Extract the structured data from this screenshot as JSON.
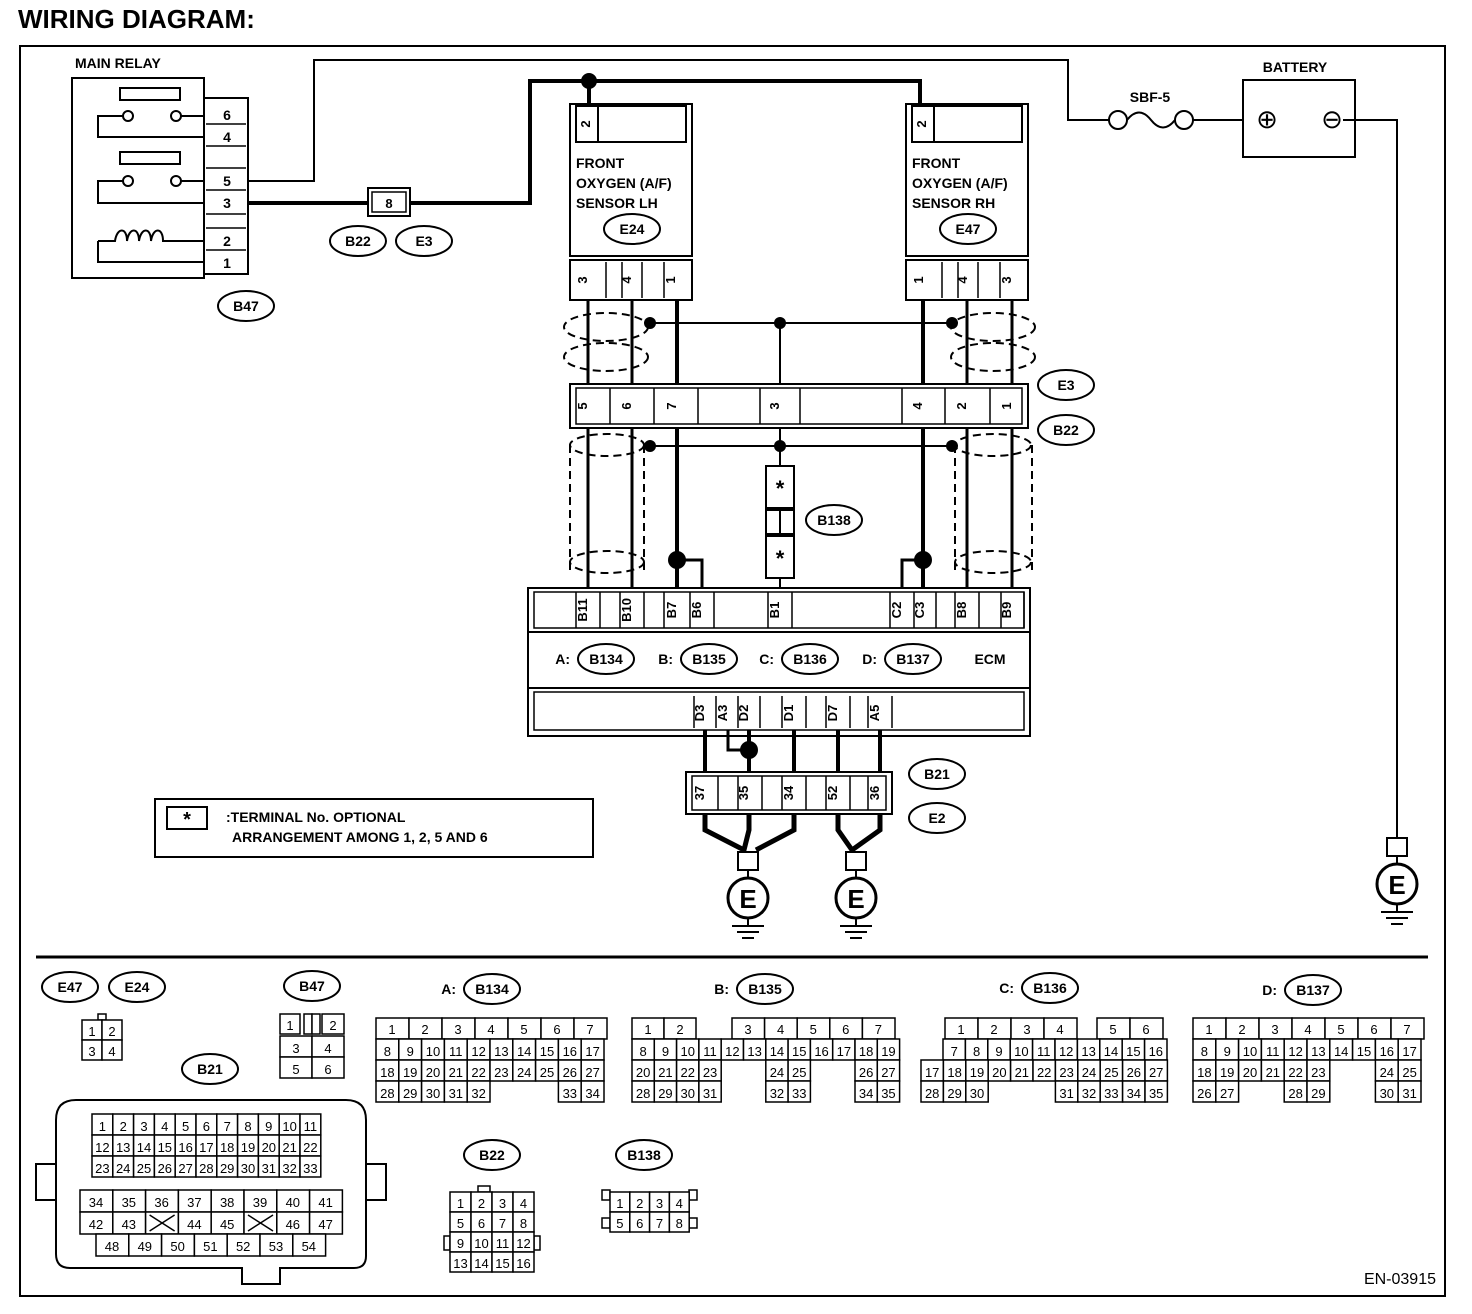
{
  "title": "WIRING DIAGRAM:",
  "doc_code": "EN-03915",
  "main_relay": {
    "label": "MAIN RELAY",
    "connector": "B47",
    "pins": [
      "6",
      "4",
      "",
      "5",
      "3",
      "2",
      "1"
    ]
  },
  "battery": {
    "label": "BATTERY",
    "plus": "⊕",
    "minus": "⊖"
  },
  "fuse": {
    "label": "SBF-5"
  },
  "inline_b22_e3": {
    "pin": "8",
    "connectors": [
      "B22",
      "E3"
    ]
  },
  "sensor_lh": {
    "lines": [
      "FRONT",
      "OXYGEN (A/F)",
      "SENSOR LH"
    ],
    "connector": "E24",
    "top_pin": "2",
    "pins": [
      "3",
      "4",
      "",
      "1"
    ]
  },
  "sensor_rh": {
    "lines": [
      "FRONT",
      "OXYGEN (A/F)",
      "SENSOR RH"
    ],
    "connector": "E47",
    "top_pin": "2",
    "pins": [
      "1",
      "4",
      "",
      "3"
    ]
  },
  "junction_e3_b22": {
    "labels": [
      "E3",
      "B22"
    ],
    "pins": [
      "5",
      "6",
      "7",
      "3",
      "4",
      "2",
      "1"
    ]
  },
  "b138": {
    "label": "B138",
    "mark": "*"
  },
  "ecm": {
    "label": "ECM",
    "top_pins": [
      "B11",
      "B10",
      "B7",
      "B6",
      "B1",
      "C2",
      "C3",
      "B8",
      "B9"
    ],
    "connectors": [
      {
        "prefix": "A:",
        "id": "B134"
      },
      {
        "prefix": "B:",
        "id": "B135"
      },
      {
        "prefix": "C:",
        "id": "B136"
      },
      {
        "prefix": "D:",
        "id": "B137"
      }
    ],
    "bottom_pins": [
      "D3",
      "A3",
      "D2",
      "D1",
      "D7",
      "A5"
    ]
  },
  "ground_connector": {
    "labels": [
      "B21",
      "E2"
    ],
    "pins": [
      "37",
      "35",
      "34",
      "52",
      "36"
    ]
  },
  "ground_symbol": "E",
  "legend": {
    "mark": "*",
    "text_line1": ":TERMINAL No. OPTIONAL",
    "text_line2": "ARRANGEMENT AMONG 1, 2, 5 AND 6"
  },
  "connector_views": {
    "e47_e24": {
      "labels": [
        "E47",
        "E24"
      ],
      "rows": [
        [
          "1",
          "2"
        ],
        [
          "3",
          "4"
        ]
      ]
    },
    "b47": {
      "label": "B47",
      "rows": [
        [
          "1",
          "",
          "2"
        ],
        [
          "3",
          "4"
        ],
        [
          "5",
          "6"
        ]
      ]
    },
    "b21": {
      "label": "B21",
      "rows": [
        [
          "1",
          "2",
          "3",
          "4",
          "5",
          "6",
          "7",
          "8",
          "9",
          "10",
          "11"
        ],
        [
          "12",
          "13",
          "14",
          "15",
          "16",
          "17",
          "18",
          "19",
          "20",
          "21",
          "22"
        ],
        [
          "23",
          "24",
          "25",
          "26",
          "27",
          "28",
          "29",
          "30",
          "31",
          "32",
          "33"
        ],
        [
          "34",
          "35",
          "36",
          "37",
          "38",
          "39",
          "40",
          "41"
        ],
        [
          "42",
          "43",
          "",
          "44",
          "45",
          "",
          "46",
          "47"
        ],
        [
          "48",
          "49",
          "50",
          "51",
          "52",
          "53",
          "54"
        ]
      ]
    },
    "b134": {
      "prefix": "A:",
      "label": "B134",
      "rows": [
        [
          "1",
          "2",
          "3",
          "4",
          "5",
          "6",
          "7"
        ],
        [
          "8",
          "9",
          "10",
          "11",
          "12",
          "13",
          "14",
          "15",
          "16",
          "17"
        ],
        [
          "18",
          "19",
          "20",
          "21",
          "22",
          "23",
          "24",
          "25",
          "26",
          "27"
        ],
        [
          "28",
          "29",
          "30",
          "31",
          "32",
          "33",
          "34"
        ]
      ]
    },
    "b135": {
      "prefix": "B:",
      "label": "B135",
      "rows": [
        [
          "1",
          "2",
          "3",
          "4",
          "5",
          "6",
          "7"
        ],
        [
          "8",
          "9",
          "10",
          "11",
          "12",
          "13",
          "14",
          "15",
          "16",
          "17",
          "18",
          "19"
        ],
        [
          "20",
          "21",
          "22",
          "23",
          "24",
          "25",
          "26",
          "27"
        ],
        [
          "28",
          "29",
          "30",
          "31",
          "32",
          "33",
          "34",
          "35"
        ]
      ]
    },
    "b136": {
      "prefix": "C:",
      "label": "B136",
      "rows": [
        [
          "1",
          "2",
          "3",
          "4",
          "5",
          "6"
        ],
        [
          "7",
          "8",
          "9",
          "10",
          "11",
          "12",
          "13",
          "14",
          "15",
          "16"
        ],
        [
          "17",
          "18",
          "19",
          "20",
          "21",
          "22",
          "23",
          "24",
          "25",
          "26",
          "27"
        ],
        [
          "28",
          "29",
          "30",
          "31",
          "32",
          "33",
          "34",
          "35"
        ]
      ]
    },
    "b137": {
      "prefix": "D:",
      "label": "B137",
      "rows": [
        [
          "1",
          "2",
          "3",
          "4",
          "5",
          "6",
          "7"
        ],
        [
          "8",
          "9",
          "10",
          "11",
          "12",
          "13",
          "14",
          "15",
          "16",
          "17"
        ],
        [
          "18",
          "19",
          "20",
          "21",
          "22",
          "23",
          "24",
          "25"
        ],
        [
          "26",
          "27",
          "28",
          "29",
          "30",
          "31"
        ]
      ]
    },
    "b22": {
      "label": "B22",
      "rows": [
        [
          "1",
          "2",
          "3",
          "4"
        ],
        [
          "5",
          "6",
          "7",
          "8"
        ],
        [
          "9",
          "10",
          "11",
          "12"
        ],
        [
          "13",
          "14",
          "15",
          "16"
        ]
      ]
    },
    "b138": {
      "label": "B138",
      "rows": [
        [
          "1",
          "2",
          "3",
          "4"
        ],
        [
          "5",
          "6",
          "7",
          "8"
        ]
      ]
    }
  }
}
